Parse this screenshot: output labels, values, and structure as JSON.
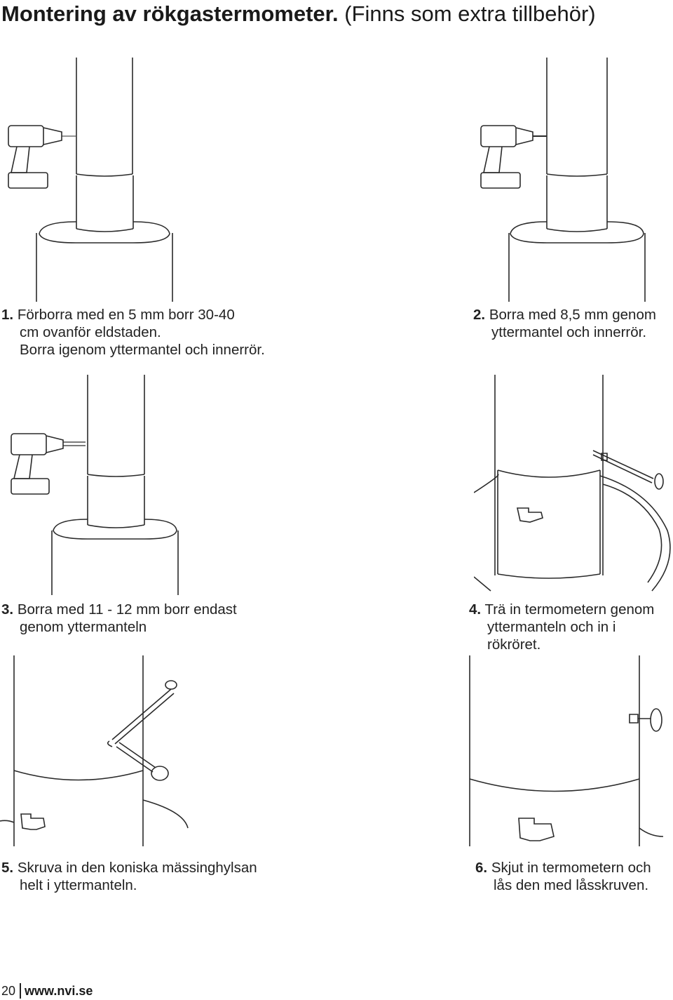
{
  "header": {
    "title_bold": "Montering av rökgastermometer.",
    "title_normal": "(Finns som extra tillbehör)"
  },
  "steps": [
    {
      "number": "1.",
      "line1": "Förborra med en 5 mm borr 30-40",
      "line2": "cm ovanför eldstaden.",
      "line3": "Borra igenom yttermantel och innerrör."
    },
    {
      "number": "2.",
      "line1": "Borra med 8,5 mm genom",
      "line2": "yttermantel och innerrör."
    },
    {
      "number": "3.",
      "line1": "Borra med 11 - 12 mm borr endast",
      "line2": "genom yttermanteln"
    },
    {
      "number": "4.",
      "line1": "Trä in termometern genom",
      "line2": "yttermanteln och in i rökröret."
    },
    {
      "number": "5.",
      "line1": "Skruva in den koniska mässinghylsan",
      "line2": "helt i yttermanteln."
    },
    {
      "number": "6.",
      "line1": "Skjut in termometern och",
      "line2": "lås den med låsskruven."
    }
  ],
  "footer": {
    "page": "20",
    "url": "www.nvi.se"
  }
}
